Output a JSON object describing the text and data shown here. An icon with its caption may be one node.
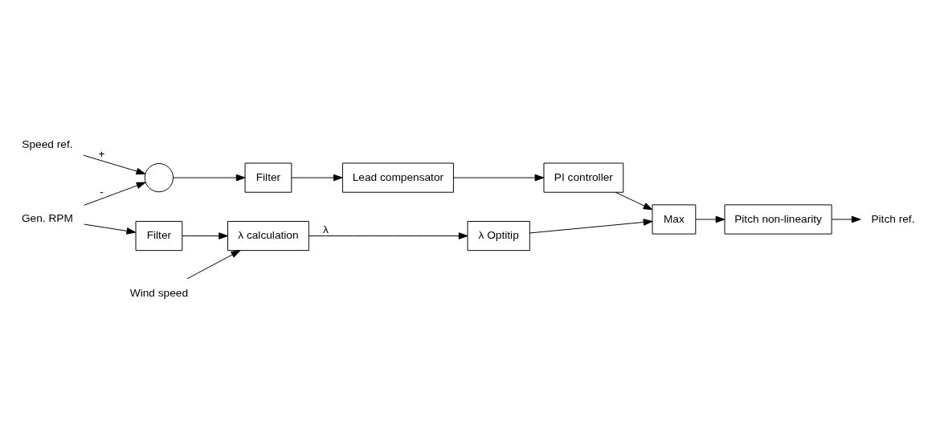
{
  "diagram": {
    "nodes": [
      {
        "text": [
          "Speed ref."
        ]
      },
      {
        "text": [],
        "shape": "circle"
      },
      {
        "text": [
          "Filter"
        ]
      },
      {
        "text": [
          "Lead compensator"
        ]
      },
      {
        "text": [
          "PI controller"
        ]
      },
      {
        "text": [
          "Gen. RPM"
        ]
      },
      {
        "text": [
          "Filter"
        ]
      },
      {
        "text": [
          "λ calculation"
        ]
      },
      {
        "text": [
          "λ Optitip"
        ]
      },
      {
        "text": [
          "Max"
        ]
      },
      {
        "text": [
          "Pitch non-linearity"
        ]
      },
      {
        "text": [
          "Pitch ref."
        ]
      },
      {
        "text": [
          "Wind speed"
        ]
      }
    ],
    "edges": [
      {
        "from": 0,
        "to": 1,
        "arrow": "to",
        "label": "+"
      },
      {
        "from": 1,
        "to": 2,
        "arrow": "to"
      },
      {
        "from": 2,
        "to": 3,
        "arrow": "to"
      },
      {
        "from": 3,
        "to": 4,
        "arrow": "to"
      },
      {
        "from": 4,
        "to": 9,
        "arrow": "to"
      },
      {
        "from": 5,
        "to": 1,
        "arrow": "to",
        "label": "-"
      },
      {
        "from": 5,
        "to": 6,
        "arrow": "to"
      },
      {
        "from": 6,
        "to": 7,
        "arrow": "to"
      },
      {
        "from": 7,
        "to": 8,
        "arrow": "to",
        "label": "λ"
      },
      {
        "from": 8,
        "to": 9,
        "arrow": "to"
      },
      {
        "from": 9,
        "to": 10,
        "arrow": "to"
      },
      {
        "from": 10,
        "to": 11,
        "arrow": "to"
      },
      {
        "from": 12,
        "to": 7,
        "arrow": "to"
      }
    ]
  }
}
